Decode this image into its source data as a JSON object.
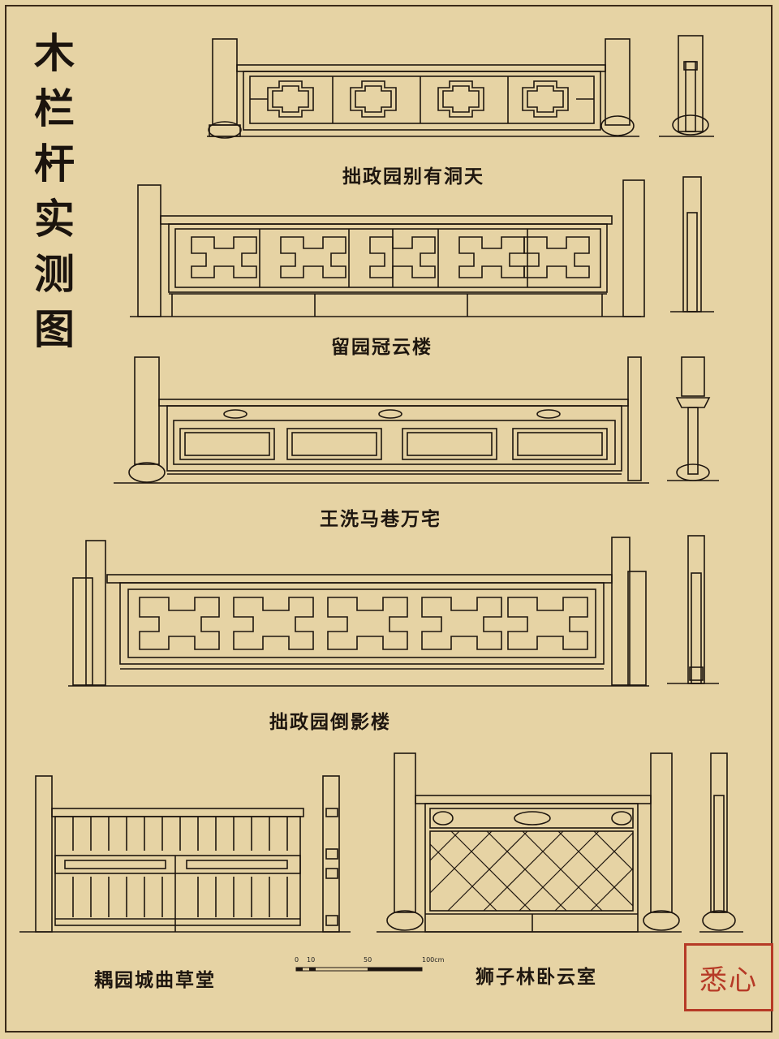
{
  "title_chars": [
    "木",
    "栏",
    "杆",
    "实",
    "测",
    "图"
  ],
  "captions": {
    "c1": "拙政园别有洞天",
    "c2": "留园冠云楼",
    "c3": "王洗马巷万宅",
    "c4": "拙政园倒影楼",
    "c5": "耦园城曲草堂",
    "c6": "狮子林卧云室"
  },
  "scale_bar": {
    "labels": [
      "0",
      "10",
      "50",
      "100cm"
    ]
  },
  "seal": {
    "text": "悉心"
  },
  "colors": {
    "paper": "#e6d3a4",
    "ink": "#1e160f",
    "seal": "#b63a26"
  }
}
